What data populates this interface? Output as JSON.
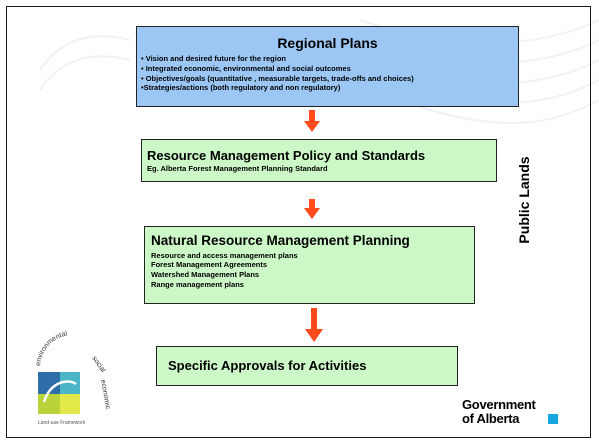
{
  "regional_plans": {
    "title": "Regional Plans",
    "bullets": [
      "• Vision and desired future for the region",
      "• Integrated economic, environmental and social outcomes",
      "• Objectives/goals (quantitative , measurable targets, trade-offs and choices)",
      "•Strategies/actions (both regulatory and non regulatory)"
    ]
  },
  "policy_standards": {
    "title": "Resource Management Policy and Standards",
    "subtitle": "Eg. Alberta Forest Management Planning Standard"
  },
  "nrm_planning": {
    "title": "Natural Resource Management Planning",
    "items": [
      "Resource and access management plans",
      "Forest Management Agreements",
      "Watershed Management Plans",
      "Range management plans"
    ]
  },
  "approvals": {
    "title": "Specific Approvals for Activities"
  },
  "side_label": "Public Lands",
  "eco_logo": {
    "ring_words": [
      "environmental",
      "social",
      "economic"
    ],
    "caption": "Land-use Framework"
  },
  "government_logo": {
    "line1": "Government",
    "line2": "of Alberta"
  },
  "colors": {
    "blue_box": "#9cc7f5",
    "green_box": "#ccf7c6",
    "arrow": "#ff4a1c",
    "gov_square": "#16a6e0"
  }
}
